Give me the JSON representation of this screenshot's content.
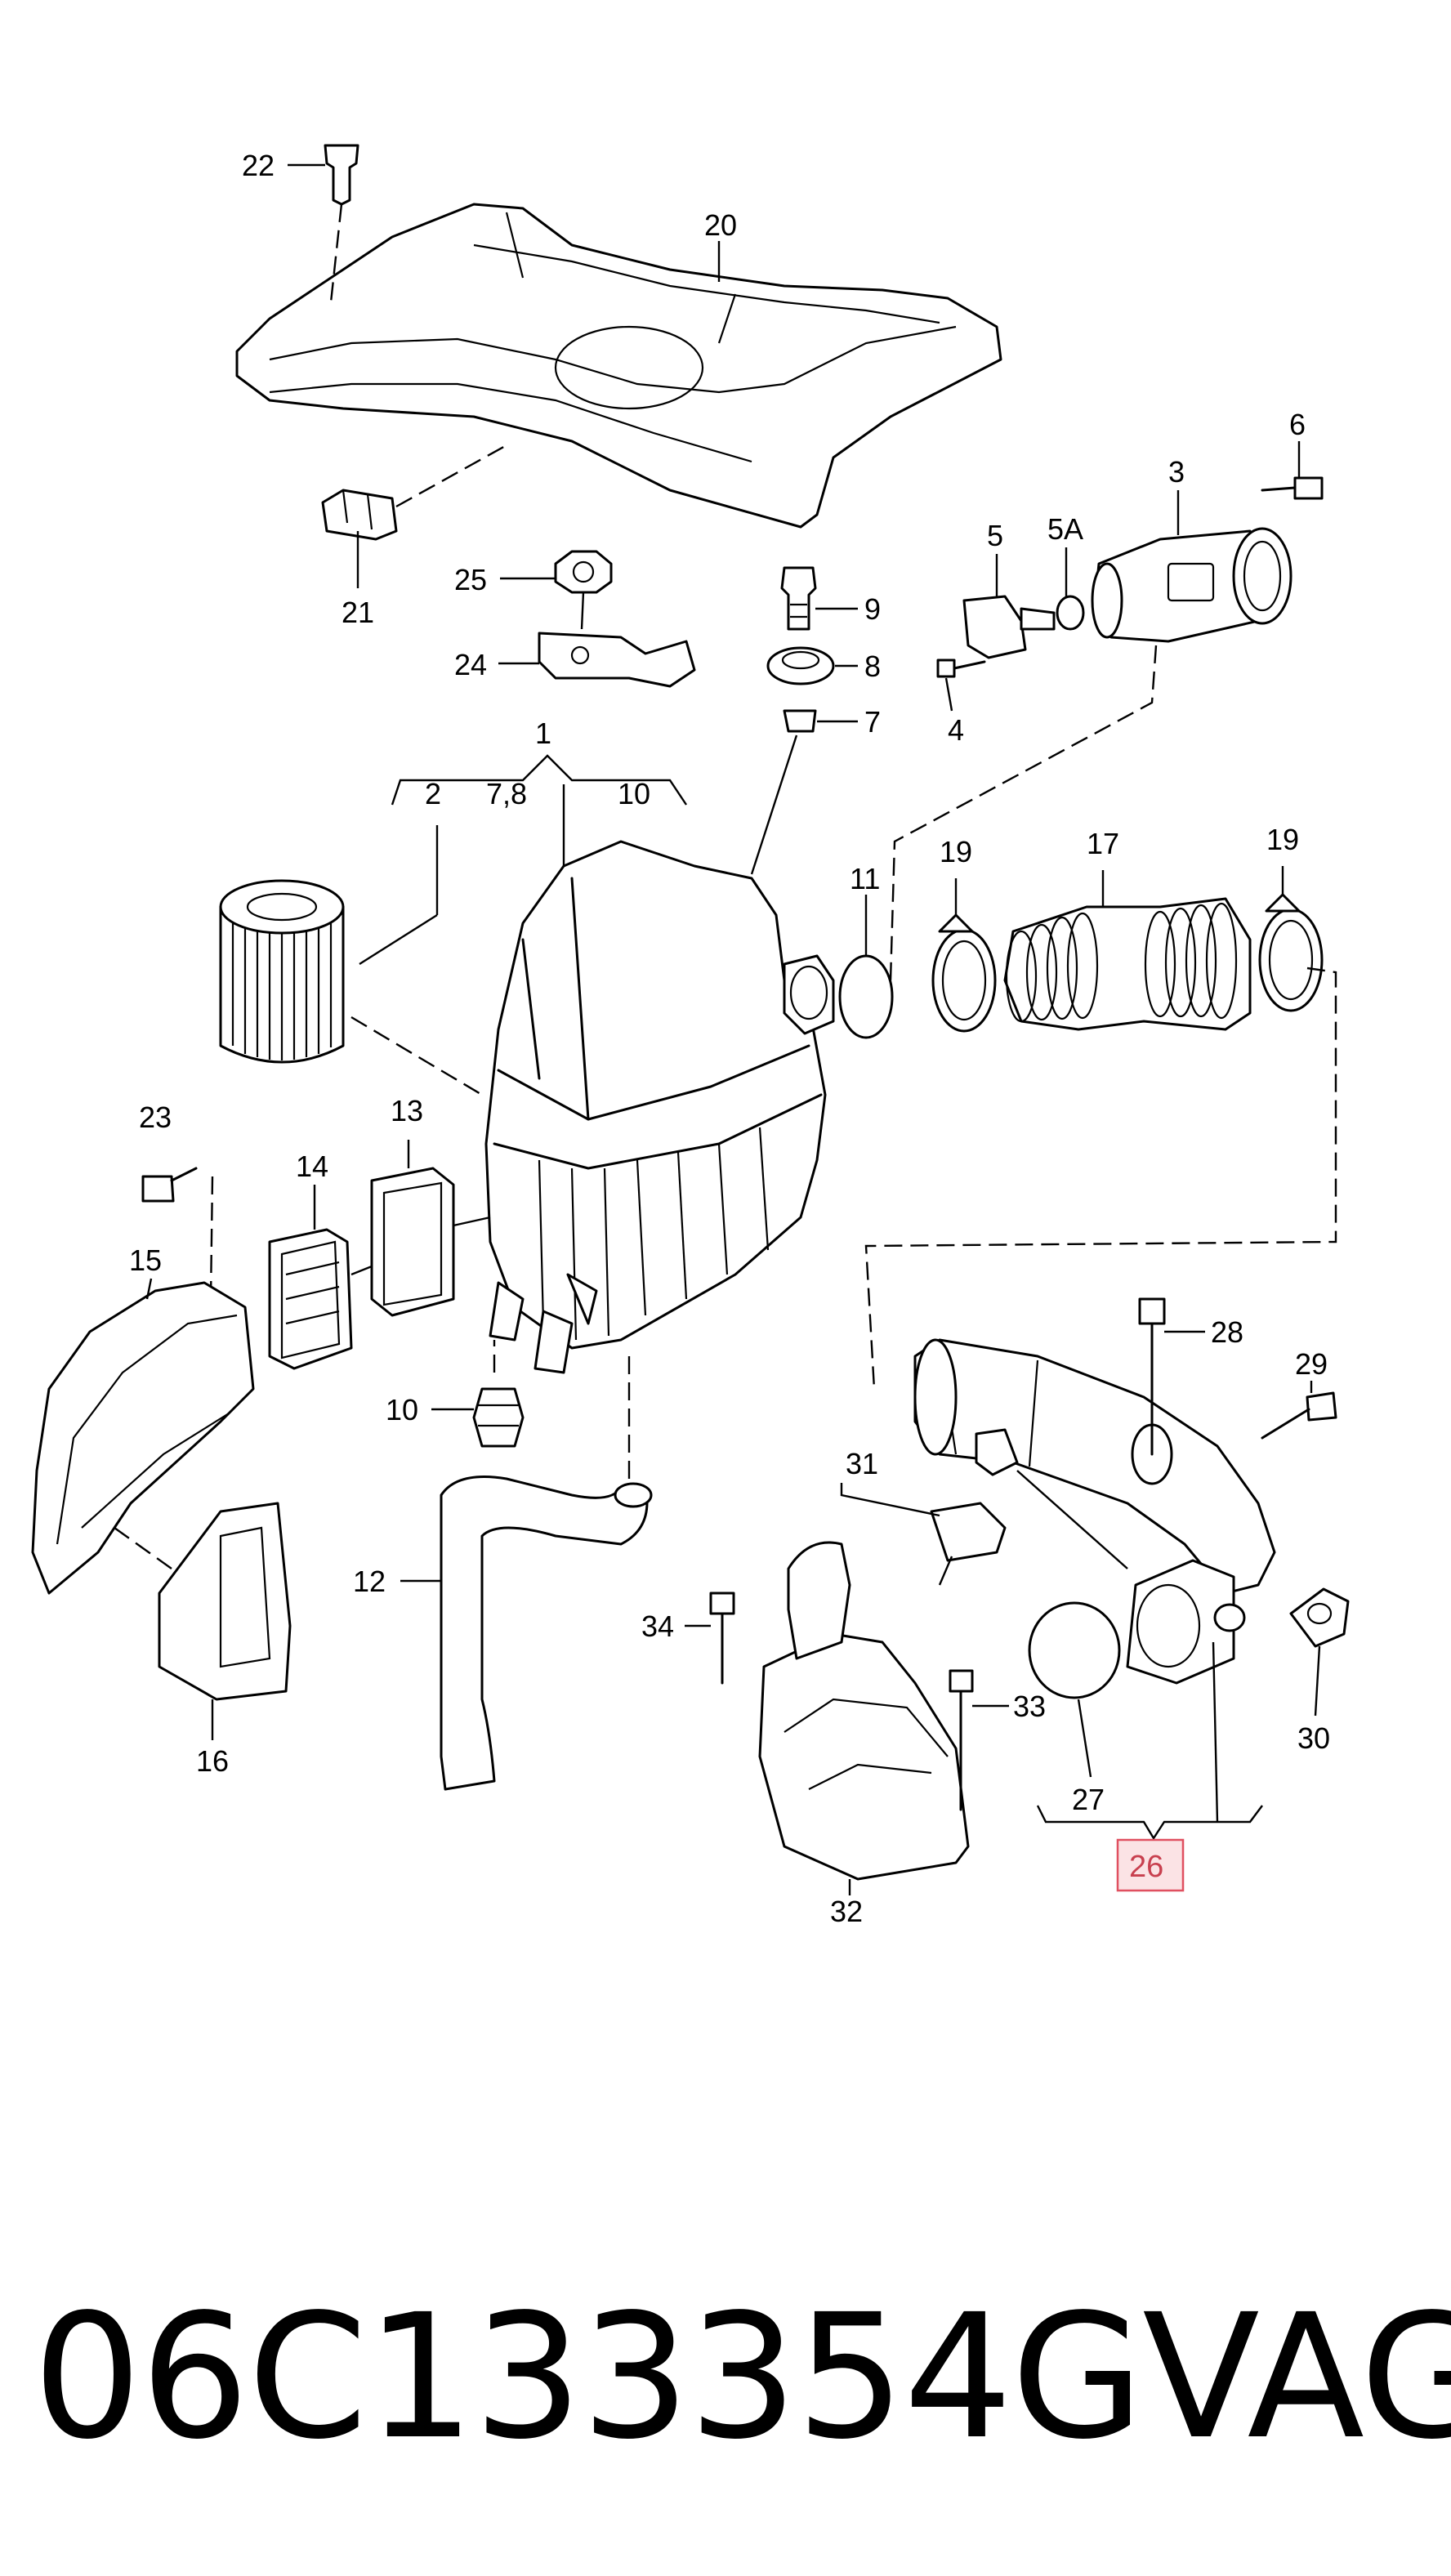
{
  "callouts": {
    "c1": "1",
    "c2": "2",
    "c3": "3",
    "c4": "4",
    "c5": "5",
    "c5a": "5A",
    "c6": "6",
    "c7": "7",
    "c7_8": "7,8",
    "c8": "8",
    "c9": "9",
    "c10_top": "10",
    "c10_side": "10",
    "c11": "11",
    "c12": "12",
    "c13": "13",
    "c14": "14",
    "c15": "15",
    "c16": "16",
    "c17": "17",
    "c19_left": "19",
    "c19_right": "19",
    "c20": "20",
    "c21": "21",
    "c22": "22",
    "c23": "23",
    "c24": "24",
    "c25": "25",
    "c26": "26",
    "c27": "27",
    "c28": "28",
    "c29": "29",
    "c30": "30",
    "c31": "31",
    "c32": "32",
    "c33": "33",
    "c34": "34"
  },
  "highlight": {
    "part": "26",
    "box_color": "#fbe3e5",
    "text_color": "#c8404f"
  },
  "footer": {
    "part_number": "06C133354G",
    "brand": "VAG"
  }
}
